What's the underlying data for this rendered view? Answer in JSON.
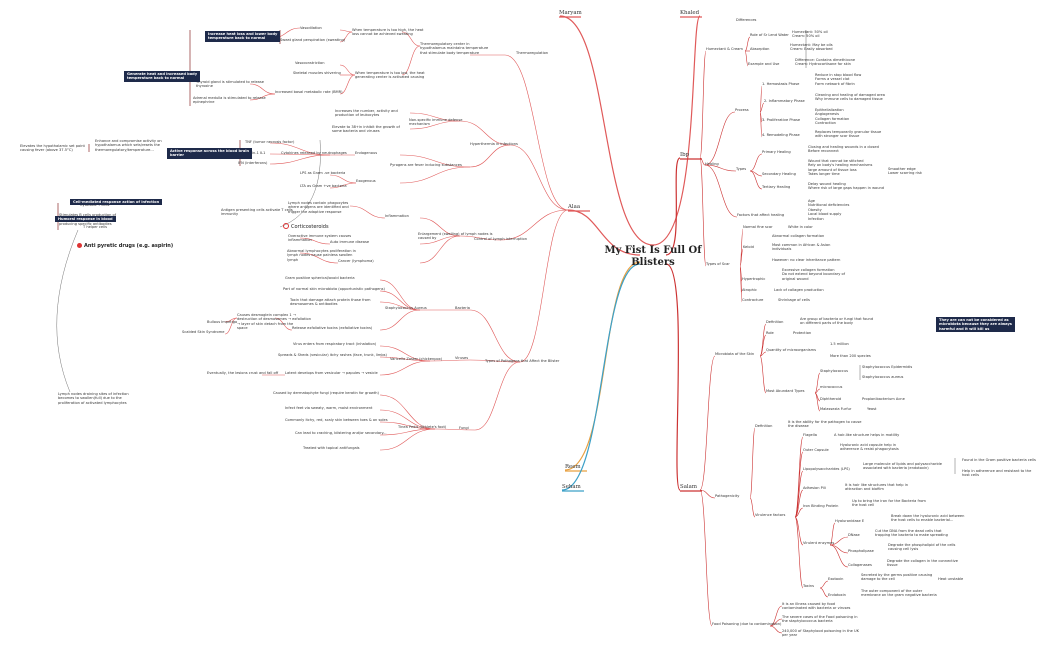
{
  "center": {
    "title": "My Fist Is Full Of Blisters"
  },
  "colors": {
    "maryam": "#e05a5a",
    "khaled": "#e05a5a",
    "alaa": "#e05a5a",
    "ibp": "#c33",
    "salam": "#c33",
    "reem": "#e8a040",
    "seham": "#3ca0c8"
  },
  "branches": {
    "maryam": "Maryam",
    "khaled": "Khaled",
    "alaa": "Alaa",
    "ibp": "Ibp",
    "reem": "Reem",
    "seham": "Seham",
    "salam": "Salam"
  },
  "left": {
    "thermoregulation": "Thermoregulation",
    "thermo_desc": "Thermoregulatory center in\nhypothalamus maintains temperature\nthat stimulate body temperature",
    "when_high": "When temperature is too high, the heat\nloss cannot be achieved sweating",
    "vasodilation": "Vasodilation",
    "sweat": "Sweat gland perspiration (sweating)",
    "increase_heat": "Increase heat loss and lower body\ntemperature back to normal",
    "when_low": "When temperature is too low, the heat\ngenerating center is activated causing",
    "vasoconstriction": "Vasoconstriction",
    "skeletal": "Skeletal muscles shivering",
    "thyroid": "Thyroid gland is stimulated to release\nthyroxine",
    "increased_bmr": "Increased basal metabolic rate (BMR)",
    "adrenal": "Adrenal medulla is stimulated to release\nepinephrine",
    "generate_heat": "Generate heat and increased body\ntemperature back to normal",
    "hyperthermia": "Hyperthermia in infections",
    "nonspecific": "Non-specific immune defense\nmechanism",
    "increases": "Increases the number, activity and\nproduction of leukocytes",
    "elevate": "Elevate to 38+in inhibit the growth of\nsome bacteria and viruses",
    "pyrogens": "Pyrogens are fever inducing substances",
    "endogenous": "Endogenous",
    "exogenous": "Exogenous",
    "tnf": "TNF (tumor necrosis factor)",
    "il1": "Interleukin-1 IL1",
    "ifn": "IFN (interferons)",
    "cytokines": "Cytokines released by neutrophages",
    "lps": "LPS as Gram -ve bacteria",
    "lta": "LTA as Gram +ve bacteria",
    "active_macro": "Active macrophages release\ncytokines stimulate the\nexpression of...",
    "active_response": "Active response across the blood brain\nbarrier",
    "enhance": "Enhance and compromise activity on\nhypothalamus which sets/resets the\nthermoregulatory/temperature...",
    "elevates": "Elevates the hypothalamic set point\ncausing fever (above 37.5°C)",
    "antipyretic": "Anti pyretic drugs (e.g. aspirin)",
    "corticosteroids": "Corticosteroids",
    "cell_immune": "Cell-mediated response action of infection",
    "humoral": "Humoral response in blood",
    "cytotoxic": "Cytotoxic T cells",
    "t_helper": "T helper cells",
    "antigen": "Antigen presenting cells activate T cells\nimmunity",
    "stimulate": "Stimulates B cells production of\ndifferentiate into plasma cells\nproducing specific antibodies",
    "inflammation": "Inflammation",
    "lymph_nodes": "Lymph nodes contain phagocytes\nwhere antigens are identified and\ntrigger the adaptive response",
    "auto_immune": "Auto immune disease",
    "overactive": "Overactive immune system causes\ninflammation",
    "cancer": "Cancer (lymphoma)",
    "abnormal": "Abnormal lymphocytes proliferation in\nlymph nodes cause painless swollen\nlymph",
    "enlargement": "Enlargement (swelling) of lymph nodes is\ncaused by",
    "control_lymph": "Control of Lymph interruption",
    "types_pathogens": "Types of Pathogens that Affect the Blister",
    "bacteria": "Bacteria",
    "viruses": "Viruses",
    "fungi": "Fungi",
    "gram_pos": "Gram positive spherical/ovoid bacteria",
    "part_normal": "Part of normal skin microbiota (opportunistic pathogens)",
    "staph": "Staphylococcus Aureus",
    "toxin": "Toxin that damage attach protein those from\ndesmosomes & antibodies",
    "release_exfol": "Release exfoliative toxins (exfoliative toxins)",
    "causes_desm": "Causes desmoglein complex 1 →\ndestruction of desmosomes → exfoliation\n→ layer of skin detach from the\nspace",
    "bullous": "Bullous Impetigo",
    "scalded": "Scalded Skin Syndrome",
    "varicella": "Varicella Zoster (chickenpox)",
    "enters": "Virus enters from respiratory tract (inhalation)",
    "spreads": "Spreads & Sheds (vesicular) itchy rashes (face, trunk, limbs)",
    "latent": "Latent develops from vesicular → papules → vesicle",
    "eventually": "Eventually, the lesions crust and fall off",
    "tinea": "Tinea Pedis (Athlete's foot)",
    "caused": "Caused by dermatophyte fungi (require keratin for growth)",
    "infect": "Infect feet via sweaty, warm, moist environment",
    "commonly": "Commonly itchy, red, scaly skin between toes & on soles",
    "can_lead": "Can lead to cracking, blistering and/or secondary...",
    "treated": "Treated with topical antifungals",
    "lymph_swelling": "Lymph nodes draining sites of infection\nbecomes to swollen(full) due to the\nproliferation of activated lymphocytes"
  },
  "right": {
    "humectant": "Humectant & Cream",
    "role": "Role of Sr Lend Water",
    "role_v": "Humectant: 50% oil\nCream: 50% oil",
    "absorption": "Absorption",
    "absorption_v": "Humectant: May be oils\nCream: Easily absorbed",
    "example": "Example and Use",
    "example_v": "Difference: Contains dimethicone\nCream: Hydrocortisone for skin",
    "healing": "Healing",
    "process": "Process",
    "hemostasis": "1. Hemostasis Phase",
    "hemostasis_v": "Reduce in stop blood flow\nForms a vessel clot\nForm network of fibrin",
    "inflammatory": "2. Inflammatory Phase",
    "inflammatory_v": "Cleaning and healing of damaged area\nWhy immune cells to damaged tissue",
    "proliferative": "3. Proliferative Phase",
    "proliferative_v": "Epithelialization\nAngiogenesis\nCollagen formation\nContraction",
    "remodeling": "4. Remodeling Phase",
    "remodeling_v": "Replaces temporarily granular tissue\nwith stronger scar tissue",
    "types": "Types",
    "primary": "Primary Healing",
    "primary_v": "Closing and healing wounds in a closed\nBefore reconnect",
    "secondary": "Secondary Healing",
    "secondary_v": "Wound that cannot be stitched\nRely on body's healing mechanisms\nlarge amount of tissue loss\nTakes longer time",
    "secondary_side": "Smoother edge\nLower scarring risk",
    "tertiary": "Tertiary Healing",
    "tertiary_v": "Delay wound healing\nWhere risk of large gaps happen in wound",
    "factors": "Factors that affect healing",
    "factors_v": "Age\nNutritional deficiencies\nObesity\nLocal blood supply\nInfection",
    "types_scar": "Types of Scar",
    "normal": "Normal fine scar",
    "normal_v": "White in color",
    "keloid": "Keloid",
    "keloid_v1": "Abnormal collagen formation",
    "keloid_v2": "Most common in African & Asian\nindividuals",
    "keloid_v3": "However: no clear inheritance pattern",
    "hypertrophic": "Hypertrophic",
    "hypertrophic_v": "Excessive collagen formation\nDo not extend beyond boundary of\noriginal wound",
    "atrophic": "Atrophic",
    "atrophic_v": "Lack of collagen production",
    "contracture": "Contracture",
    "contracture_v": "Shrinkage of cells",
    "microbiota": "Microbiota of the Skin",
    "definition": "Definition",
    "definition_v": "Are group of bacteria or fungi that found\non different parts of the body",
    "definition_note": "They are can not be considered as\nmicrobiota because they are always\nharmful and it will kill us",
    "role2": "Role",
    "role2_v": "Protection",
    "quantity": "Quantity of microorganisms",
    "quantity_v1": "1.5 million",
    "quantity_v2": "More than 200 species",
    "most_abundant": "Most Abundant Types",
    "staphylococcus": "Staphylococcus",
    "staph_v1": "Staphylococcus Epidermidis",
    "staph_v2": "Staphylococcus aureus",
    "micrococcus": "micrococcus",
    "diphtheroid": "Diphtheroid",
    "diphtheroid_v": "Propionibacterium Acne",
    "malassezia": "Malassezia Furfur",
    "malassezia_v": "Yeast",
    "pathogenicity": "Pathogenicity",
    "path_def": "Definition",
    "path_def_v": "It is the ability for the pathogen to cause\nthe disease",
    "virulence": "Virulence factors",
    "flagella": "Flagella",
    "flagella_v": "A hair-like structure helps in motility",
    "capsule": "Outer Capsule",
    "capsule_v": "Hyaluronic acid capsule help in\nadherence & resist phagocytosis",
    "lps2": "Lipopolysaccharides (LPS)",
    "lps2_v": "Large molecule of lipids and polysaccharide\nassociated with bacteria (endotoxin)",
    "lps2_side1": "Found in the Gram positive bacteria cells",
    "lps2_side2": "Help in adherence and resistant to the\nhost cells",
    "adhesion": "Adhesion Pili",
    "adhesion_v": "It is hair like structures that help in\nattraction and biofilm",
    "iron": "Iron Binding Protein",
    "iron_v": "Up to bring the iron for the Bacteria from\nthe host cell",
    "toxins": "Virulent enzymes",
    "hyaluronidase": "Hyaluronidase E",
    "hyaluronidase_v": "Break down the hyaluronic acid between\nthe host cells to enable bacterial...",
    "dnase": "DNase",
    "dnase_v": "Cut the DNA from the dead cells that\ntrapping the bacteria to make spreading",
    "phospholipase": "Phospholipase",
    "phospholipase_v": "Degrade the phospholipid of the cells\ncausing cell lysis",
    "collagenase": "Collagenases",
    "collagenase_v": "Degrade the collagen in the connective\ntissue",
    "toxins2": "Toxins",
    "exotoxin": "Exotoxin",
    "exotoxin_v": "Secreted by the germs positive causing\ndamage to the cell",
    "exotoxin_side": "Heat unstable",
    "endotoxin": "Endotoxin",
    "endotoxin_v": "The outer component of the outer\nmembrane on the gram negative bacteria",
    "food": "Food Poisoning (due to contamination)",
    "food_v1": "It is an illness caused by food\ncontaminated with bacteria or viruses",
    "food_v2": "The severe cases of the Food poisoning in\nthe staphylococcus bacteria",
    "food_v3": "240,000 of Staphylood poisoning in the UK\nper year",
    "differences": "Differences"
  }
}
